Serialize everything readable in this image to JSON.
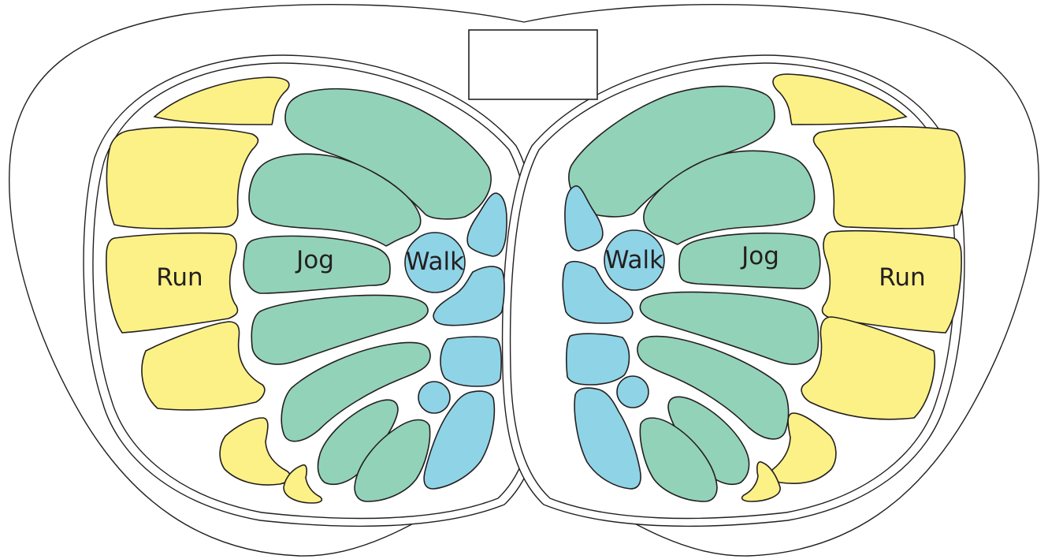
{
  "labels": {
    "left_run": "Run",
    "left_jog": "Jog",
    "left_walk": "Walk",
    "right_walk": "Walk",
    "right_jog": "Jog",
    "right_run": "Run"
  },
  "colors": {
    "run": "#fcf186",
    "jog": "#92d2b9",
    "walk": "#8fd3e6",
    "outline": "#231f20",
    "background": "#ffffff"
  }
}
